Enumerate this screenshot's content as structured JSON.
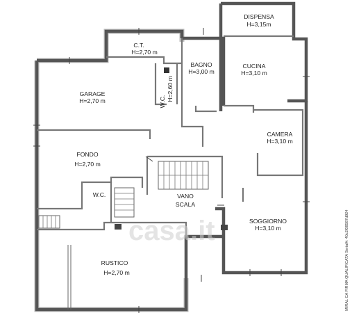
{
  "rooms": {
    "dispensa": {
      "name": "DISPENSA",
      "height": "H=3,15m"
    },
    "ct": {
      "name": "C.T.",
      "height": "H=2,70 m"
    },
    "bagno": {
      "name": "BAGNO",
      "height": "H=3,00 m"
    },
    "cucina": {
      "name": "CUCINA",
      "height": "H=3,10 m"
    },
    "wc_upper": {
      "name": "W.C.",
      "height": "H=2,60 m"
    },
    "garage": {
      "name": "GARAGE",
      "height": "H=2,70 m"
    },
    "camera": {
      "name": "CAMERA",
      "height": "H=3,10 m"
    },
    "fondo": {
      "name": "FONDO",
      "height": "H=2,70 m"
    },
    "wc_lower": {
      "name": "W.C."
    },
    "vano_scala": {
      "name": "VANO",
      "name2": "SCALA"
    },
    "soggiorno": {
      "name": "SOGGIORNO",
      "height": "H=3,10 m"
    },
    "rustico": {
      "name": "RUSTICO",
      "height": "H=2,70 m"
    }
  },
  "watermark": "casa.it",
  "signature": "MIRAL CA FIRMA QUALIFICATA Serial#: 40c2f08587d924"
}
